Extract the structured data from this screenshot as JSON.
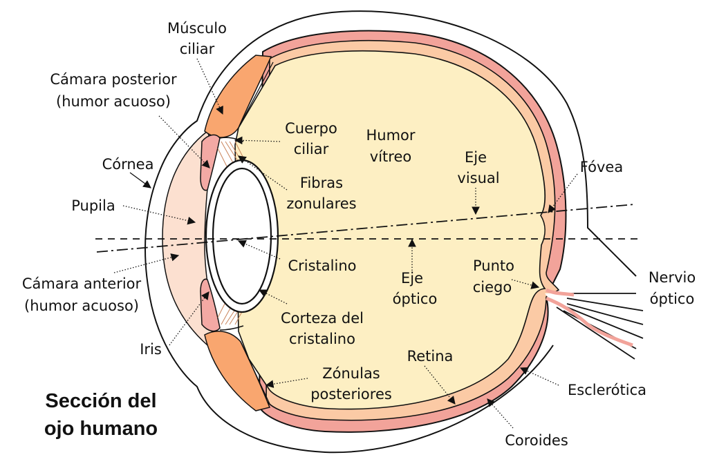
{
  "title": {
    "line1": "Sección del",
    "line2": "ojo humano"
  },
  "labels": {
    "musculo_ciliar": {
      "line1": "Músculo",
      "line2": "ciliar"
    },
    "camara_posterior": {
      "line1": "Cámara posterior",
      "line2": "(humor acuoso)"
    },
    "cornea": "Córnea",
    "pupila": "Pupila",
    "camara_anterior": {
      "line1": "Cámara anterior",
      "line2": "(humor acuoso)"
    },
    "iris": "Iris",
    "cuerpo_ciliar": {
      "line1": "Cuerpo",
      "line2": "ciliar"
    },
    "fibras_zonulares": {
      "line1": "Fibras",
      "line2": "zonulares"
    },
    "cristalino": "Cristalino",
    "corteza_cristalino": {
      "line1": "Corteza del",
      "line2": "cristalino"
    },
    "zonulas_posteriores": {
      "line1": "Zónulas",
      "line2": "posteriores"
    },
    "humor_vitreo": {
      "line1": "Humor",
      "line2": "vítreo"
    },
    "eje_visual": {
      "line1": "Eje",
      "line2": "visual"
    },
    "eje_optico": {
      "line1": "Eje",
      "line2": "óptico"
    },
    "fovea": "Fóvea",
    "punto_ciego": {
      "line1": "Punto",
      "line2": "ciego"
    },
    "nervio_optico": {
      "line1": "Nervio",
      "line2": "óptico"
    },
    "retina": "Retina",
    "esclerotica": "Esclerótica",
    "coroides": "Coroides"
  },
  "colors": {
    "vitreous": "#fdefc3",
    "choroid": "#f2a39a",
    "retina": "#fbcaa5",
    "cornea_chamber": "#fce0d0",
    "ciliary_muscle": "#f9a66f",
    "iris": "#f3a9a4",
    "lens_fill": "#ffffff",
    "outline": "#111111"
  }
}
